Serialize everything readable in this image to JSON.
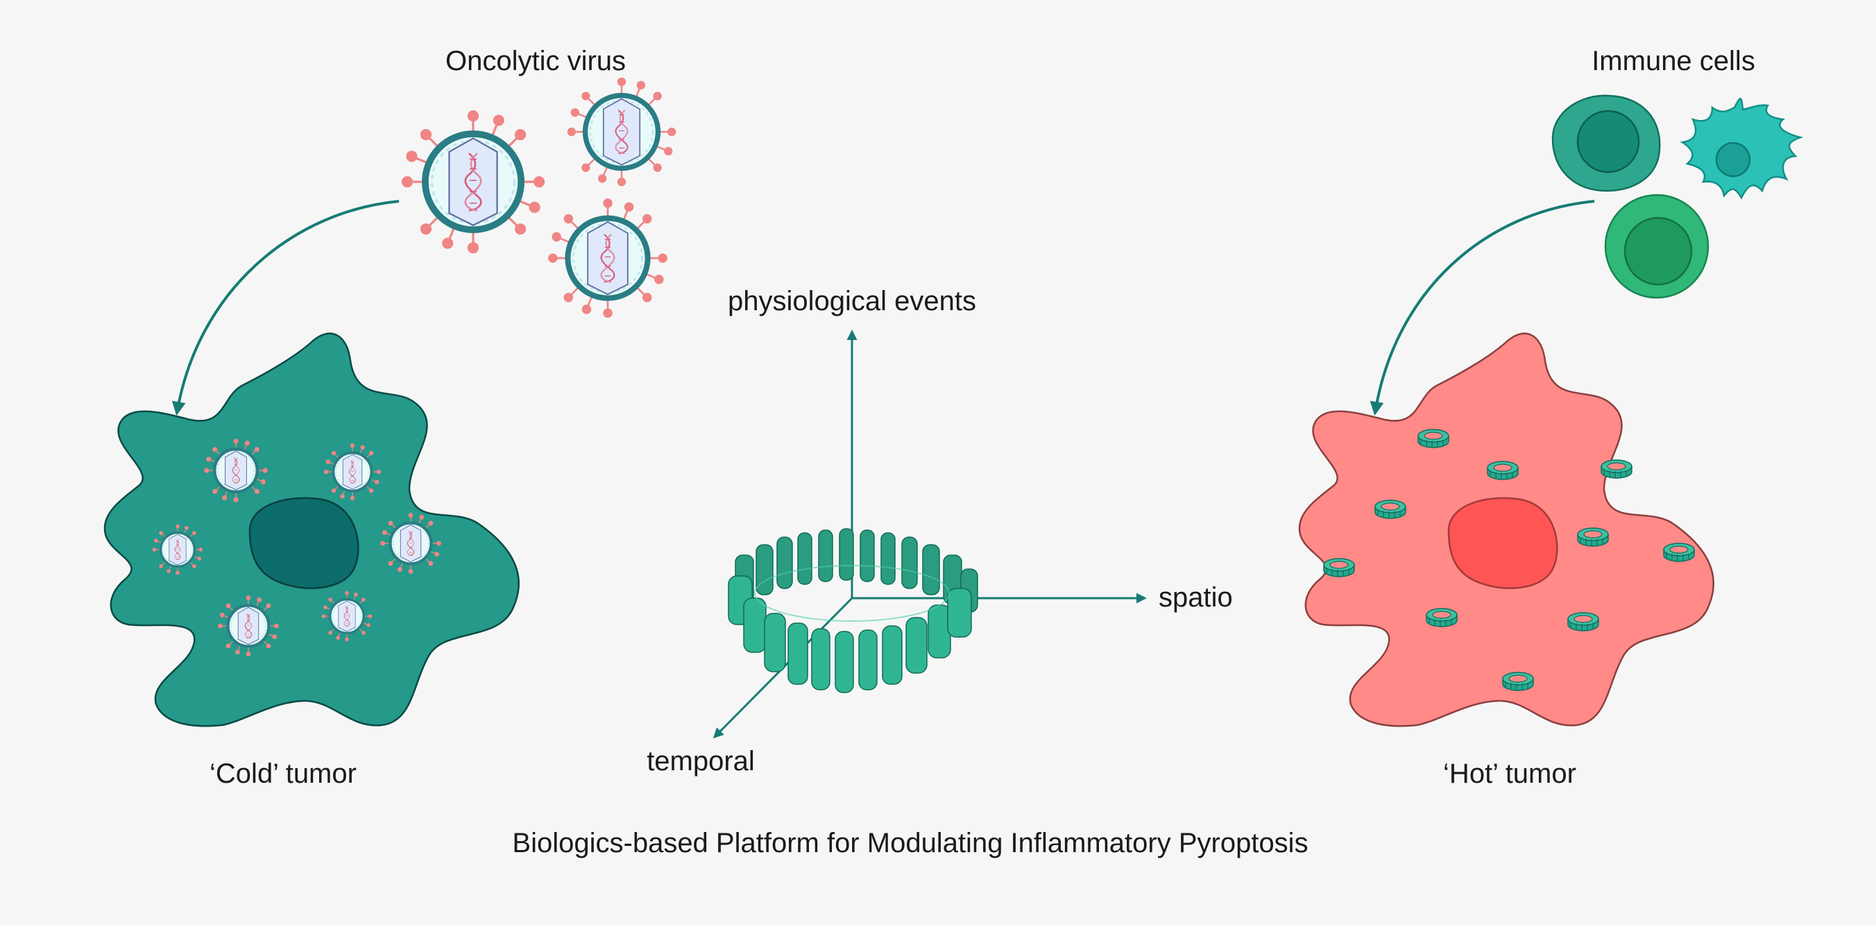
{
  "labels": {
    "oncolytic_virus": "Oncolytic virus",
    "immune_cells": "Immune cells",
    "physiological_events": "physiological events",
    "spatio": "spatio",
    "temporal": "temporal",
    "cold_tumor": "‘Cold’ tumor",
    "hot_tumor": "‘Hot’ tumor",
    "caption": "Biologics-based Platform for Modulating Inflammatory Pyroptosis"
  },
  "colors": {
    "background": "#f6f6f6",
    "teal_arrow": "#167c73",
    "cold_tumor": "#25998a",
    "cold_nucleus": "#0c6c6c",
    "hot_tumor": "#ff8a88",
    "hot_nucleus": "#ff5555",
    "virus_spike": "#f08585",
    "virus_shell": "#2a7d84",
    "pore": "#27a88e"
  },
  "icons": {
    "virus": "virus-icon",
    "dna": "dna-icon",
    "pore": "gasdermin-pore-icon",
    "lymphocyte": "lymphocyte-icon",
    "dendritic": "dendritic-cell-icon"
  }
}
